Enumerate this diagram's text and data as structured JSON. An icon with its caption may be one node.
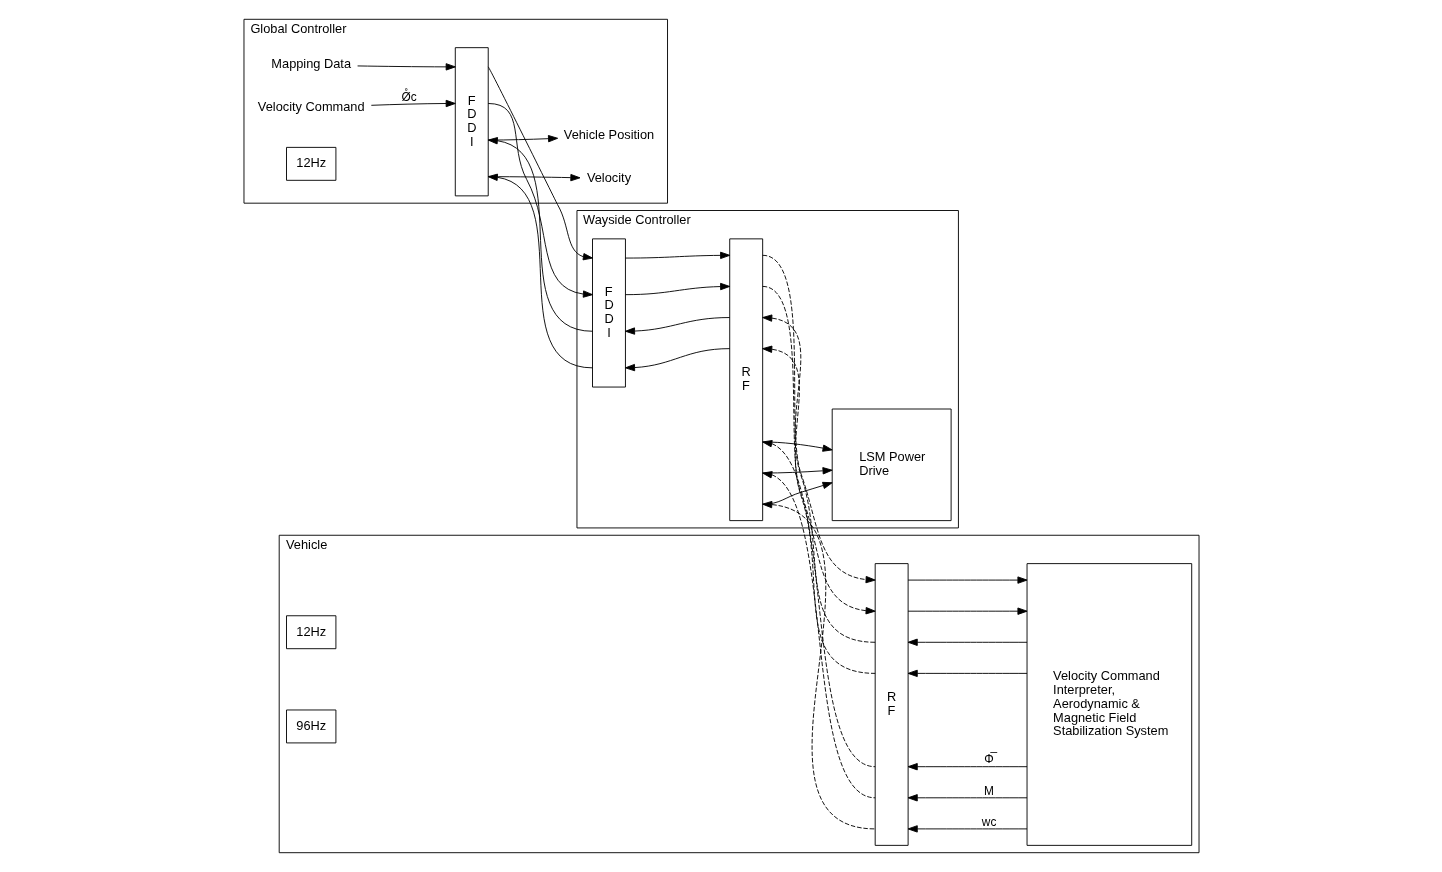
{
  "diagram": {
    "nodes": [
      {
        "text": [
          "Global Controller"
        ]
      },
      {
        "text": [
          "Mapping Data"
        ],
        "in": 0
      },
      {
        "text": [
          "Velocity Command"
        ],
        "in": 0
      },
      {
        "text": [
          "12Hz"
        ],
        "in": 0
      },
      {
        "text": [
          "F D D I"
        ],
        "in": 0
      },
      {
        "text": [
          "Vehicle Position"
        ],
        "in": 0
      },
      {
        "text": [
          "Velocity"
        ],
        "in": 0
      },
      {
        "text": [
          "Wayside Controller"
        ]
      },
      {
        "text": [
          "F D D I"
        ],
        "in": 7
      },
      {
        "text": [
          "R F"
        ],
        "in": 7
      },
      {
        "text": [
          "LSM Power Drive"
        ],
        "in": 7
      },
      {
        "text": [
          "Vehicle"
        ]
      },
      {
        "text": [
          "R F"
        ],
        "in": 11
      },
      {
        "text": [
          "12Hz"
        ],
        "in": 11
      },
      {
        "text": [
          "96Hz"
        ],
        "in": 11
      },
      {
        "text": [
          "Velocity Command Interpreter, Aerodynamic & Magnetic Field Stabilization System"
        ],
        "in": 11
      }
    ],
    "edges": [
      {
        "from": 1,
        "to": 4,
        "arrow": "to"
      },
      {
        "from": 2,
        "to": 4,
        "arrow": "to",
        "label": "Ø̊c"
      },
      {
        "from": 4,
        "to": 8,
        "arrow": "to"
      },
      {
        "from": 4,
        "to": 8,
        "arrow": "to"
      },
      {
        "from": 8,
        "to": 9,
        "arrow": "to"
      },
      {
        "from": 8,
        "to": 9,
        "arrow": "to"
      },
      {
        "from": 9,
        "to": 12,
        "arrow": "to",
        "style": "dashed"
      },
      {
        "from": 9,
        "to": 12,
        "arrow": "to",
        "style": "dashed"
      },
      {
        "from": 12,
        "to": 15,
        "arrow": "to"
      },
      {
        "from": 12,
        "to": 15,
        "arrow": "to"
      },
      {
        "from": 15,
        "to": 12,
        "arrow": "to"
      },
      {
        "from": 15,
        "to": 12,
        "arrow": "to"
      },
      {
        "from": 15,
        "to": 12,
        "arrow": "to",
        "label": "Φ̅"
      },
      {
        "from": 15,
        "to": 12,
        "arrow": "to",
        "label": "M"
      },
      {
        "from": 15,
        "to": 12,
        "arrow": "to",
        "label": "wc"
      },
      {
        "from": 12,
        "to": 9,
        "arrow": "to",
        "style": "dashed"
      },
      {
        "from": 12,
        "to": 9,
        "arrow": "to",
        "style": "dashed"
      },
      {
        "from": 12,
        "to": 9,
        "arrow": "to",
        "style": "dashed"
      },
      {
        "from": 12,
        "to": 9,
        "arrow": "to",
        "style": "dashed"
      },
      {
        "from": 12,
        "to": 9,
        "arrow": "to",
        "style": "dashed"
      },
      {
        "from": 9,
        "to": 8,
        "arrow": "to"
      },
      {
        "from": 9,
        "to": 8,
        "arrow": "to"
      },
      {
        "from": 8,
        "to": 4,
        "arrow": "to"
      },
      {
        "from": 8,
        "to": 4,
        "arrow": "to"
      },
      {
        "from": 4,
        "to": 5,
        "arrow": "to"
      },
      {
        "from": 4,
        "to": 6,
        "arrow": "to"
      },
      {
        "from": 9,
        "to": 10,
        "arrow": "to"
      },
      {
        "from": 9,
        "to": 10,
        "arrow": "to"
      },
      {
        "from": 9,
        "to": 10,
        "arrow": "to"
      }
    ]
  }
}
